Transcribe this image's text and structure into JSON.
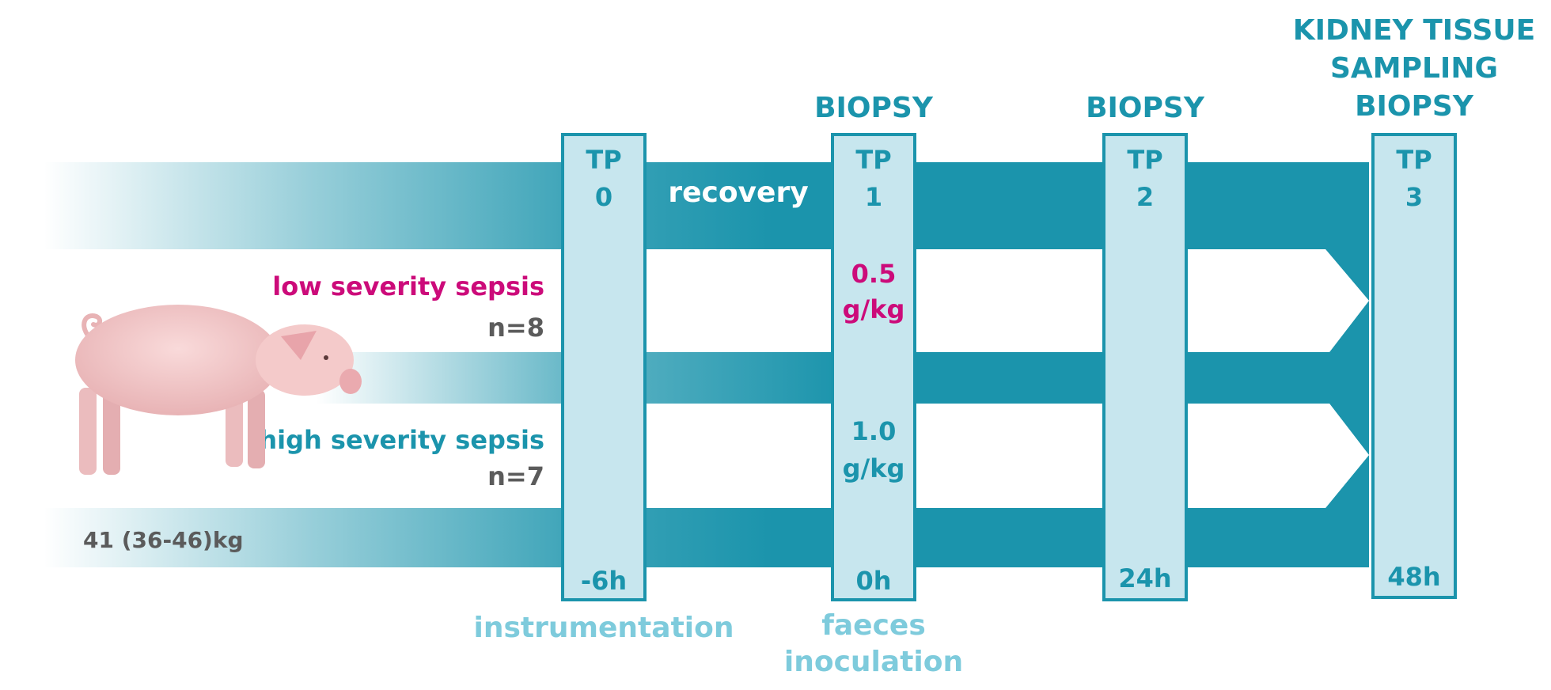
{
  "colors": {
    "teal": "#1b94ac",
    "teal_light": "#a8d8e3",
    "box_fill": "#c7e6ee",
    "magenta": "#cc0b7a",
    "gray": "#5b5b5b",
    "light_blue_text": "#7ecbdc"
  },
  "timepoints": [
    {
      "tp": "TP",
      "num": "0",
      "time": "-6h"
    },
    {
      "tp": "TP",
      "num": "1",
      "time": "0h"
    },
    {
      "tp": "TP",
      "num": "2",
      "time": "24h"
    },
    {
      "tp": "TP",
      "num": "3",
      "time": "48h"
    }
  ],
  "headings": {
    "tp1": "BIOPSY",
    "tp2": "BIOPSY",
    "tp3_line1": "KIDNEY TISSUE",
    "tp3_line2": "SAMPLING",
    "tp3_line3": "BIOPSY"
  },
  "recovery": "recovery",
  "groups": {
    "low": {
      "label": "low severity sepsis",
      "n": "n=8",
      "dose_line1": "0.5",
      "dose_line2": "g/kg"
    },
    "high": {
      "label": "high severity sepsis",
      "n": "n=7",
      "dose_line1": "1.0",
      "dose_line2": "g/kg"
    }
  },
  "weight": "41 (36-46)kg",
  "bottom_labels": {
    "instrumentation": "instrumentation",
    "faeces_line1": "faeces",
    "faeces_line2": "inoculation"
  },
  "pig_image": "pig-photo"
}
